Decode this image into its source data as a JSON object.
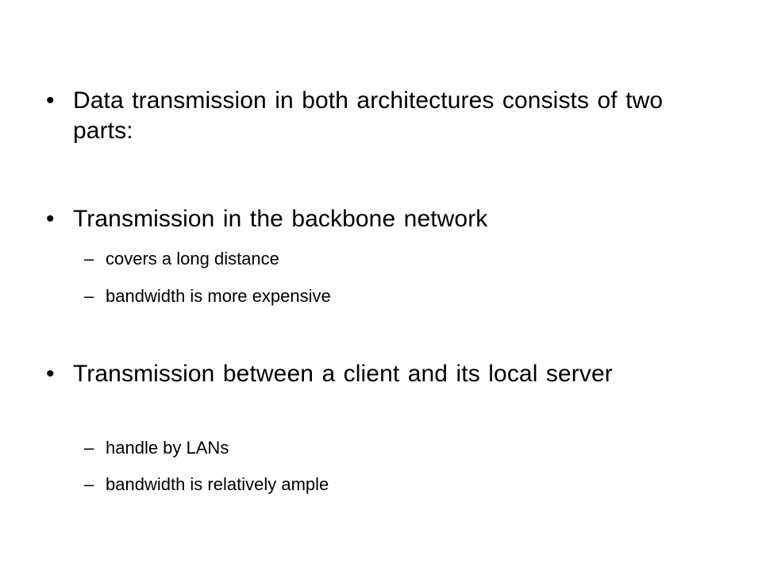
{
  "slide": {
    "bullets": [
      {
        "marker": "•",
        "text": "Data transmission in both architectures consists of two parts:",
        "subitems": []
      },
      {
        "marker": "•",
        "text": "Transmission in the backbone network",
        "subitems": [
          {
            "marker": "–",
            "text": "covers a long distance"
          },
          {
            "marker": "–",
            "text": "bandwidth is more expensive"
          }
        ]
      },
      {
        "marker": "•",
        "text": "Transmission between a client and its local server",
        "subitems": [
          {
            "marker": "–",
            "text": "handle by LANs"
          },
          {
            "marker": "–",
            "text": "bandwidth is relatively ample"
          }
        ]
      }
    ]
  }
}
